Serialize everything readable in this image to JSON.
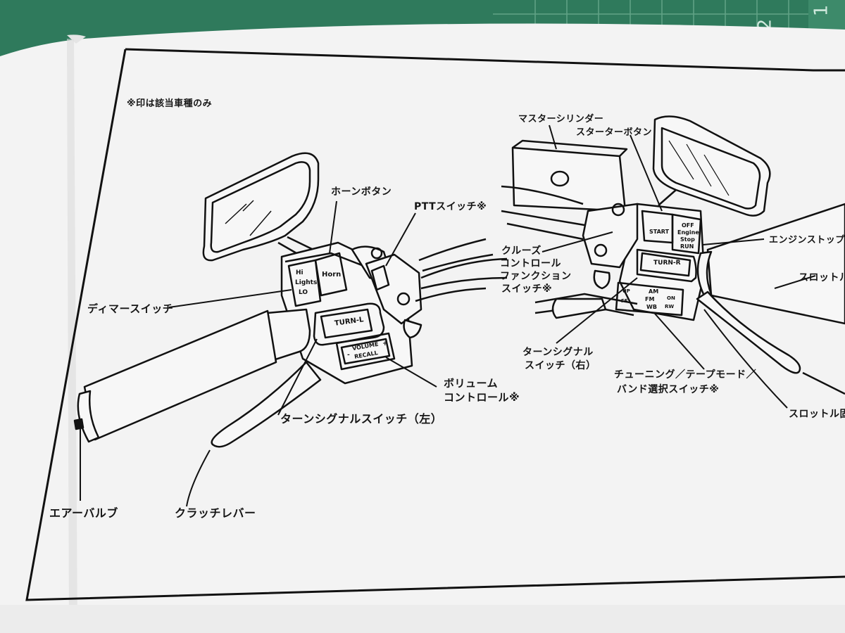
{
  "mat": {
    "ruler_digits": [
      "1",
      "2"
    ]
  },
  "note": "※印は該当車種のみ",
  "left_labels": {
    "horn_button": "ホーンボタン",
    "ptt_switch": "PTTスイッチ※",
    "dimmer_switch": "ディマースイッチ",
    "volume_control_1": "ボリューム",
    "volume_control_2": "コントロール※",
    "turn_signal_left": "ターンシグナルスイッチ（左）",
    "air_valve": "エアーバルブ",
    "clutch_lever": "クラッチレバー"
  },
  "right_labels": {
    "master_cylinder": "マスターシリンダー",
    "starter_button": "スターターボタン",
    "engine_stop": "エンジンストップス",
    "cruise_1": "クルーズ",
    "cruise_2": "コントロール",
    "cruise_3": "ファンクション",
    "cruise_4": "スイッチ※",
    "throttle_grip": "スロットルグ",
    "turn_signal_right_1": "ターンシグナル",
    "turn_signal_right_2": "スイッチ（右）",
    "tuning_1": "チューニング／テープモード／",
    "tuning_2": "バンド選択スイッチ※",
    "throttle_lock": "スロットル固"
  },
  "switch_texts": {
    "hi": "Hi",
    "lights": "Lights",
    "lo": "LO",
    "horn": "Horn",
    "turn_l": "TURN-L",
    "volume": "VOLUME",
    "recall": "RECALL",
    "minus": "-",
    "plus": "+",
    "start": "START",
    "off": "OFF",
    "engine": "Engine",
    "stop": "Stop",
    "run": "RUN",
    "turn_r": "TURN-R",
    "up": "UP",
    "am": "AM",
    "on": "ON",
    "fm": "FM",
    "ff": "FF",
    "wb": "WB",
    "rw": "RW"
  }
}
